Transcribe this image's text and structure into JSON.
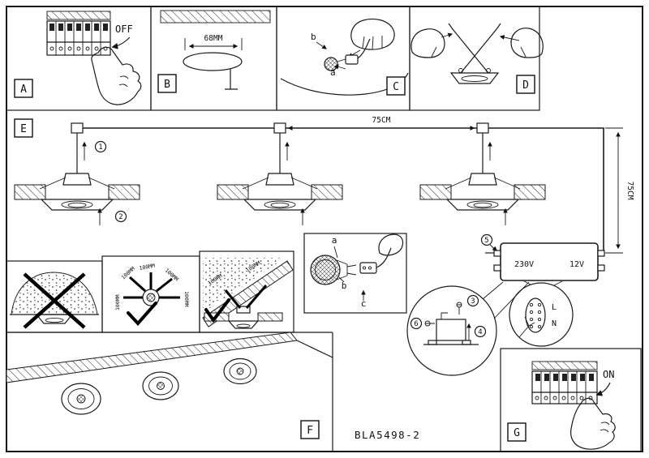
{
  "document": {
    "model_number": "BLA5498-2"
  },
  "panels": {
    "a": {
      "letter": "A",
      "switch_state_label": "OFF"
    },
    "b": {
      "letter": "B",
      "hole_diameter_label": "68MM"
    },
    "c": {
      "letter": "C",
      "callout_a": "a",
      "callout_b": "b"
    },
    "d": {
      "letter": "D"
    },
    "e": {
      "letter": "E",
      "spacing_label": "75CM",
      "drop_label": "75CM",
      "step_1": "1",
      "step_2": "2"
    },
    "lamp_connection": {
      "callout_a": "a",
      "callout_b": "b",
      "callout_c": "c"
    },
    "transformer": {
      "input_voltage_label": "230V",
      "output_voltage_label": "12V",
      "step_5": "5"
    },
    "mounting_detail": {
      "step_3": "3",
      "step_4": "4",
      "step_6": "6"
    },
    "terminal_detail": {
      "live_label": "L",
      "neutral_label": "N"
    },
    "clearance": {
      "radial_labels": [
        "100MM",
        "100MM",
        "100MM",
        "100MM",
        "100MM"
      ],
      "slope_labels": [
        "100MM",
        "100MM"
      ]
    },
    "f": {
      "letter": "F"
    },
    "g": {
      "letter": "G",
      "switch_state_label": "ON"
    }
  }
}
